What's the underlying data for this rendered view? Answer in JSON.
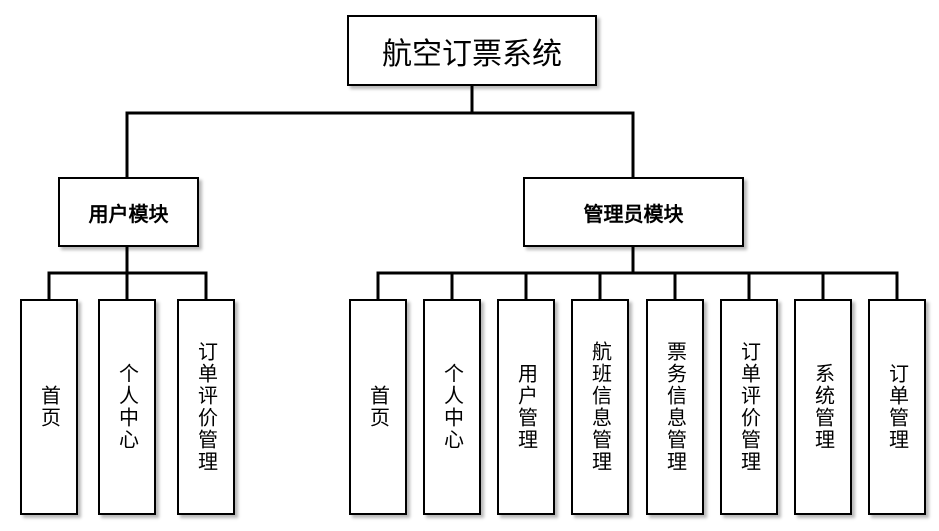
{
  "root": {
    "label": "航空订票系统"
  },
  "modules": {
    "user": {
      "label": "用户模块",
      "children": [
        "首页",
        "个人中心",
        "订单评价管理"
      ]
    },
    "admin": {
      "label": "管理员模块",
      "children": [
        "首页",
        "个人中心",
        "用户管理",
        "航班信息管理",
        "票务信息管理",
        "订单评价管理",
        "系统管理",
        "订单管理"
      ]
    }
  },
  "colors": {
    "line": "#000000",
    "box_fill": "#ffffff",
    "text": "#000000"
  }
}
